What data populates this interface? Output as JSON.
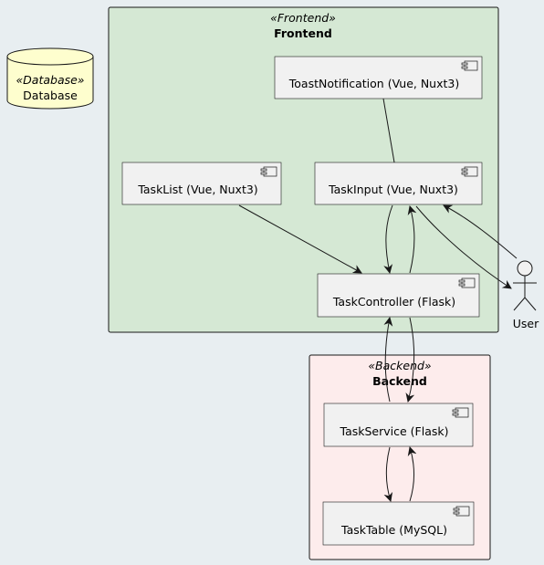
{
  "frontend": {
    "stereotype": "«Frontend»",
    "title": "Frontend",
    "fill": "#d5e8d4"
  },
  "backend": {
    "stereotype": "«Backend»",
    "title": "Backend",
    "fill": "#fdecec"
  },
  "database": {
    "stereotype": "«Database»",
    "label": "Database",
    "fill": "#fefece"
  },
  "actor": {
    "label": "User"
  },
  "components": {
    "toast": "ToastNotification (Vue, Nuxt3)",
    "tasklist": "TaskList (Vue, Nuxt3)",
    "taskinput": "TaskInput (Vue, Nuxt3)",
    "taskcontroller": "TaskController (Flask)",
    "taskservice": "TaskService (Flask)",
    "tasktable": "TaskTable (MySQL)"
  }
}
